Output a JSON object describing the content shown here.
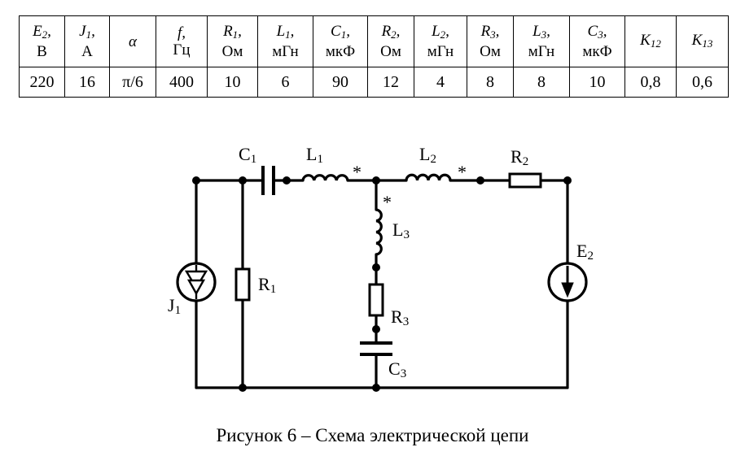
{
  "table": {
    "columns": [
      {
        "symbol": "E",
        "sub": "2",
        "unit": "В",
        "value": "220"
      },
      {
        "symbol": "J",
        "sub": "1",
        "unit": "А",
        "value": "16"
      },
      {
        "symbol": "α",
        "sub": "",
        "unit": "",
        "value": "π/6"
      },
      {
        "symbol": "f",
        "sub": "",
        "unit": "Гц",
        "value": "400"
      },
      {
        "symbol": "R",
        "sub": "1",
        "unit": "Ом",
        "value": "10"
      },
      {
        "symbol": "L",
        "sub": "1",
        "unit": "мГн",
        "value": "6"
      },
      {
        "symbol": "C",
        "sub": "1",
        "unit": "мкФ",
        "value": "90"
      },
      {
        "symbol": "R",
        "sub": "2",
        "unit": "Ом",
        "value": "12"
      },
      {
        "symbol": "L",
        "sub": "2",
        "unit": "мГн",
        "value": "4"
      },
      {
        "symbol": "R",
        "sub": "3",
        "unit": "Ом",
        "value": "8"
      },
      {
        "symbol": "L",
        "sub": "3",
        "unit": "мГн",
        "value": "8"
      },
      {
        "symbol": "C",
        "sub": "3",
        "unit": "мкФ",
        "value": "10"
      },
      {
        "symbol": "K",
        "sub": "12",
        "unit": "",
        "value": "0,8"
      },
      {
        "symbol": "K",
        "sub": "13",
        "unit": "",
        "value": "0,6"
      }
    ]
  },
  "circuit": {
    "labels": {
      "c1": {
        "main": "C",
        "sub": "1"
      },
      "l1": {
        "main": "L",
        "sub": "1"
      },
      "l2": {
        "main": "L",
        "sub": "2"
      },
      "r2": {
        "main": "R",
        "sub": "2"
      },
      "l3": {
        "main": "L",
        "sub": "3"
      },
      "r1": {
        "main": "R",
        "sub": "1"
      },
      "j1": {
        "main": "J",
        "sub": "1"
      },
      "e2": {
        "main": "E",
        "sub": "2"
      },
      "r3": {
        "main": "R",
        "sub": "3"
      },
      "c3": {
        "main": "C",
        "sub": "3"
      }
    },
    "mark": "*"
  },
  "caption": "Рисунок 6 – Схема электрической цепи"
}
